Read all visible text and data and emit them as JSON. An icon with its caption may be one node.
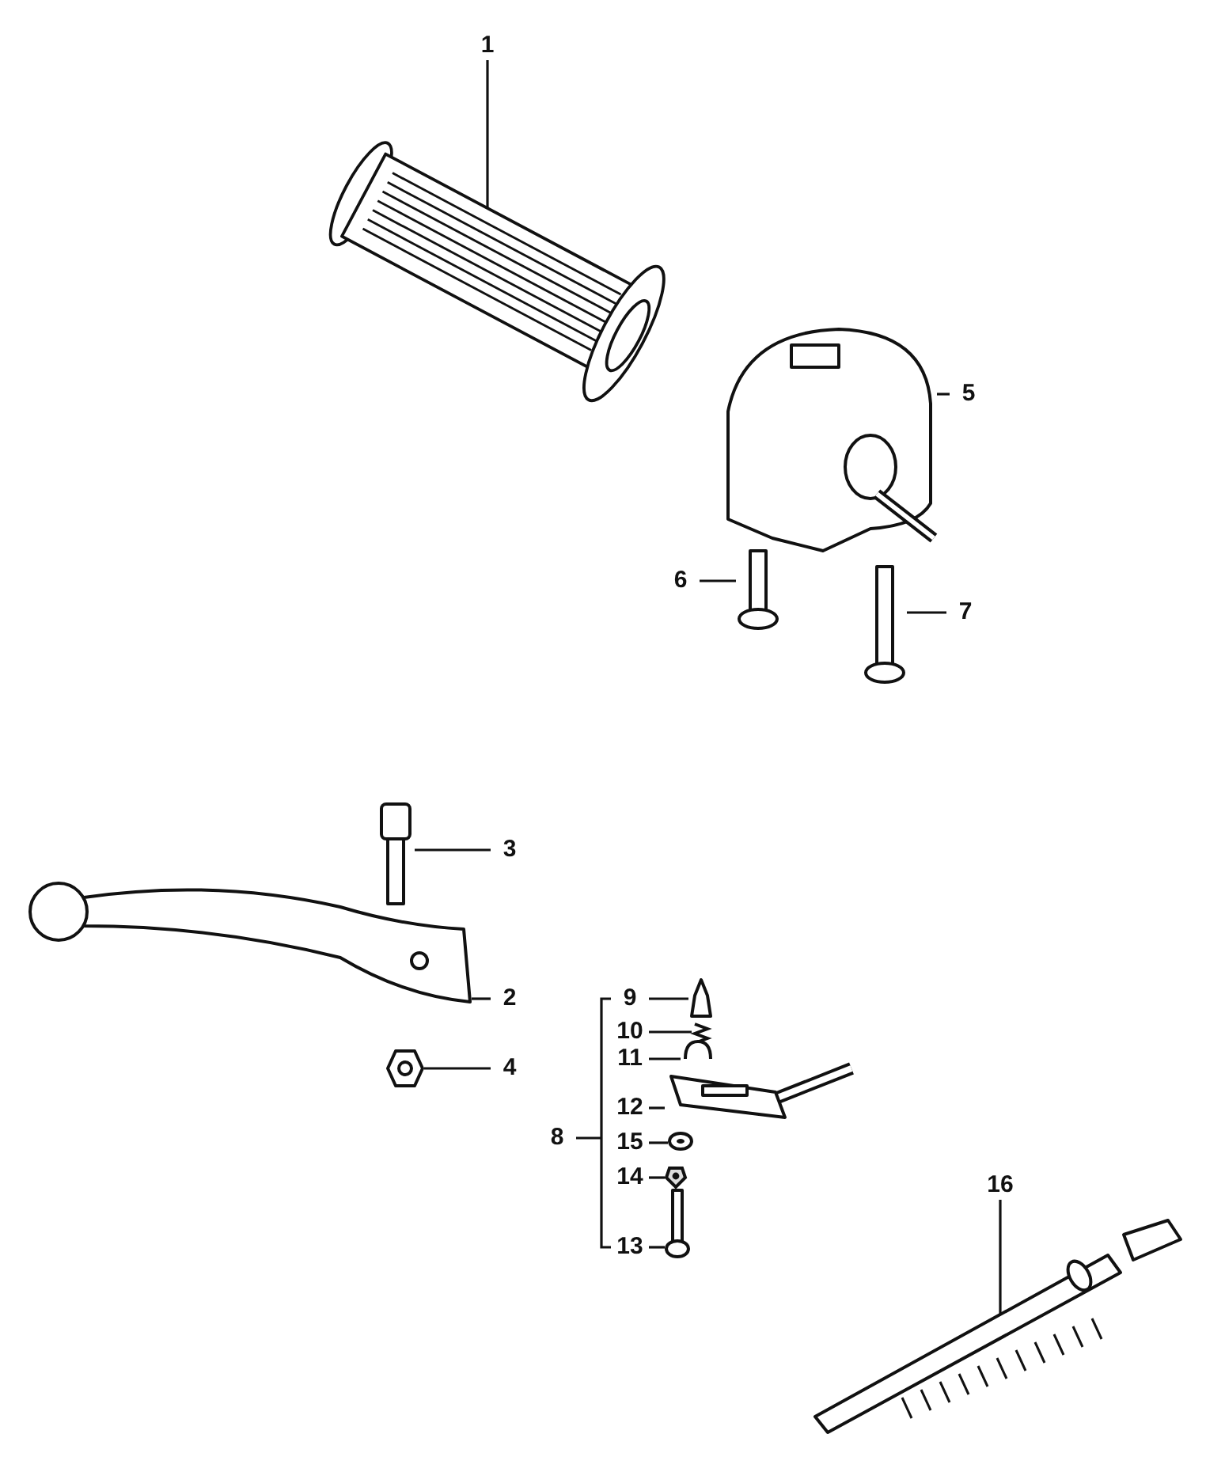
{
  "diagram": {
    "nodes": [
      {
        "text": [
          "1"
        ]
      },
      {
        "text": [
          "5"
        ]
      },
      {
        "text": [
          "6"
        ]
      },
      {
        "text": [
          "7"
        ]
      },
      {
        "text": [
          "3"
        ]
      },
      {
        "text": [
          "2"
        ]
      },
      {
        "text": [
          "9"
        ]
      },
      {
        "text": [
          "10"
        ]
      },
      {
        "text": [
          "11"
        ]
      },
      {
        "text": [
          "4"
        ]
      },
      {
        "text": [
          "12"
        ]
      },
      {
        "text": [
          "15"
        ]
      },
      {
        "text": [
          "14"
        ]
      },
      {
        "text": [
          "13"
        ]
      },
      {
        "text": [
          "16"
        ]
      },
      {
        "text": [],
        "shape": "picture"
      },
      {
        "text": [],
        "shape": "picture"
      },
      {
        "text": [],
        "shape": "picture"
      },
      {
        "text": [],
        "shape": "picture"
      },
      {
        "text": [],
        "shape": "picture"
      },
      {
        "text": [],
        "shape": "picture"
      },
      {
        "text": [],
        "shape": "picture"
      },
      {
        "text": [],
        "shape": "picture"
      },
      {
        "text": [],
        "shape": "picture"
      },
      {
        "text": [],
        "shape": "picture"
      },
      {
        "text": [],
        "shape": "picture"
      },
      {
        "text": [],
        "shape": "picture"
      },
      {
        "text": [],
        "shape": "picture"
      },
      {
        "text": [],
        "shape": "picture"
      },
      {
        "text": [],
        "shape": "picture"
      }
    ],
    "edges": [
      {
        "from": 0,
        "to": 15,
        "arrow": "none"
      },
      {
        "from": 1,
        "to": 16,
        "arrow": "none"
      },
      {
        "from": 2,
        "to": 17,
        "arrow": "none"
      },
      {
        "from": 3,
        "to": 18,
        "arrow": "none"
      },
      {
        "from": 4,
        "to": 19,
        "arrow": "none"
      },
      {
        "from": 5,
        "to": 20,
        "arrow": "none"
      },
      {
        "from": 6,
        "to": 21,
        "arrow": "none"
      },
      {
        "from": 7,
        "to": 22,
        "arrow": "none"
      },
      {
        "from": 8,
        "to": 23,
        "arrow": "none"
      },
      {
        "from": 9,
        "to": 24,
        "arrow": "none"
      },
      {
        "from": 10,
        "to": 25,
        "arrow": "none"
      },
      {
        "from": 11,
        "to": 26,
        "arrow": "none"
      },
      {
        "from": 12,
        "to": 27,
        "arrow": "none"
      },
      {
        "from": 13,
        "to": 28,
        "arrow": "none"
      },
      {
        "from": 14,
        "to": 29,
        "arrow": "none"
      }
    ],
    "labels": [
      "8"
    ]
  }
}
